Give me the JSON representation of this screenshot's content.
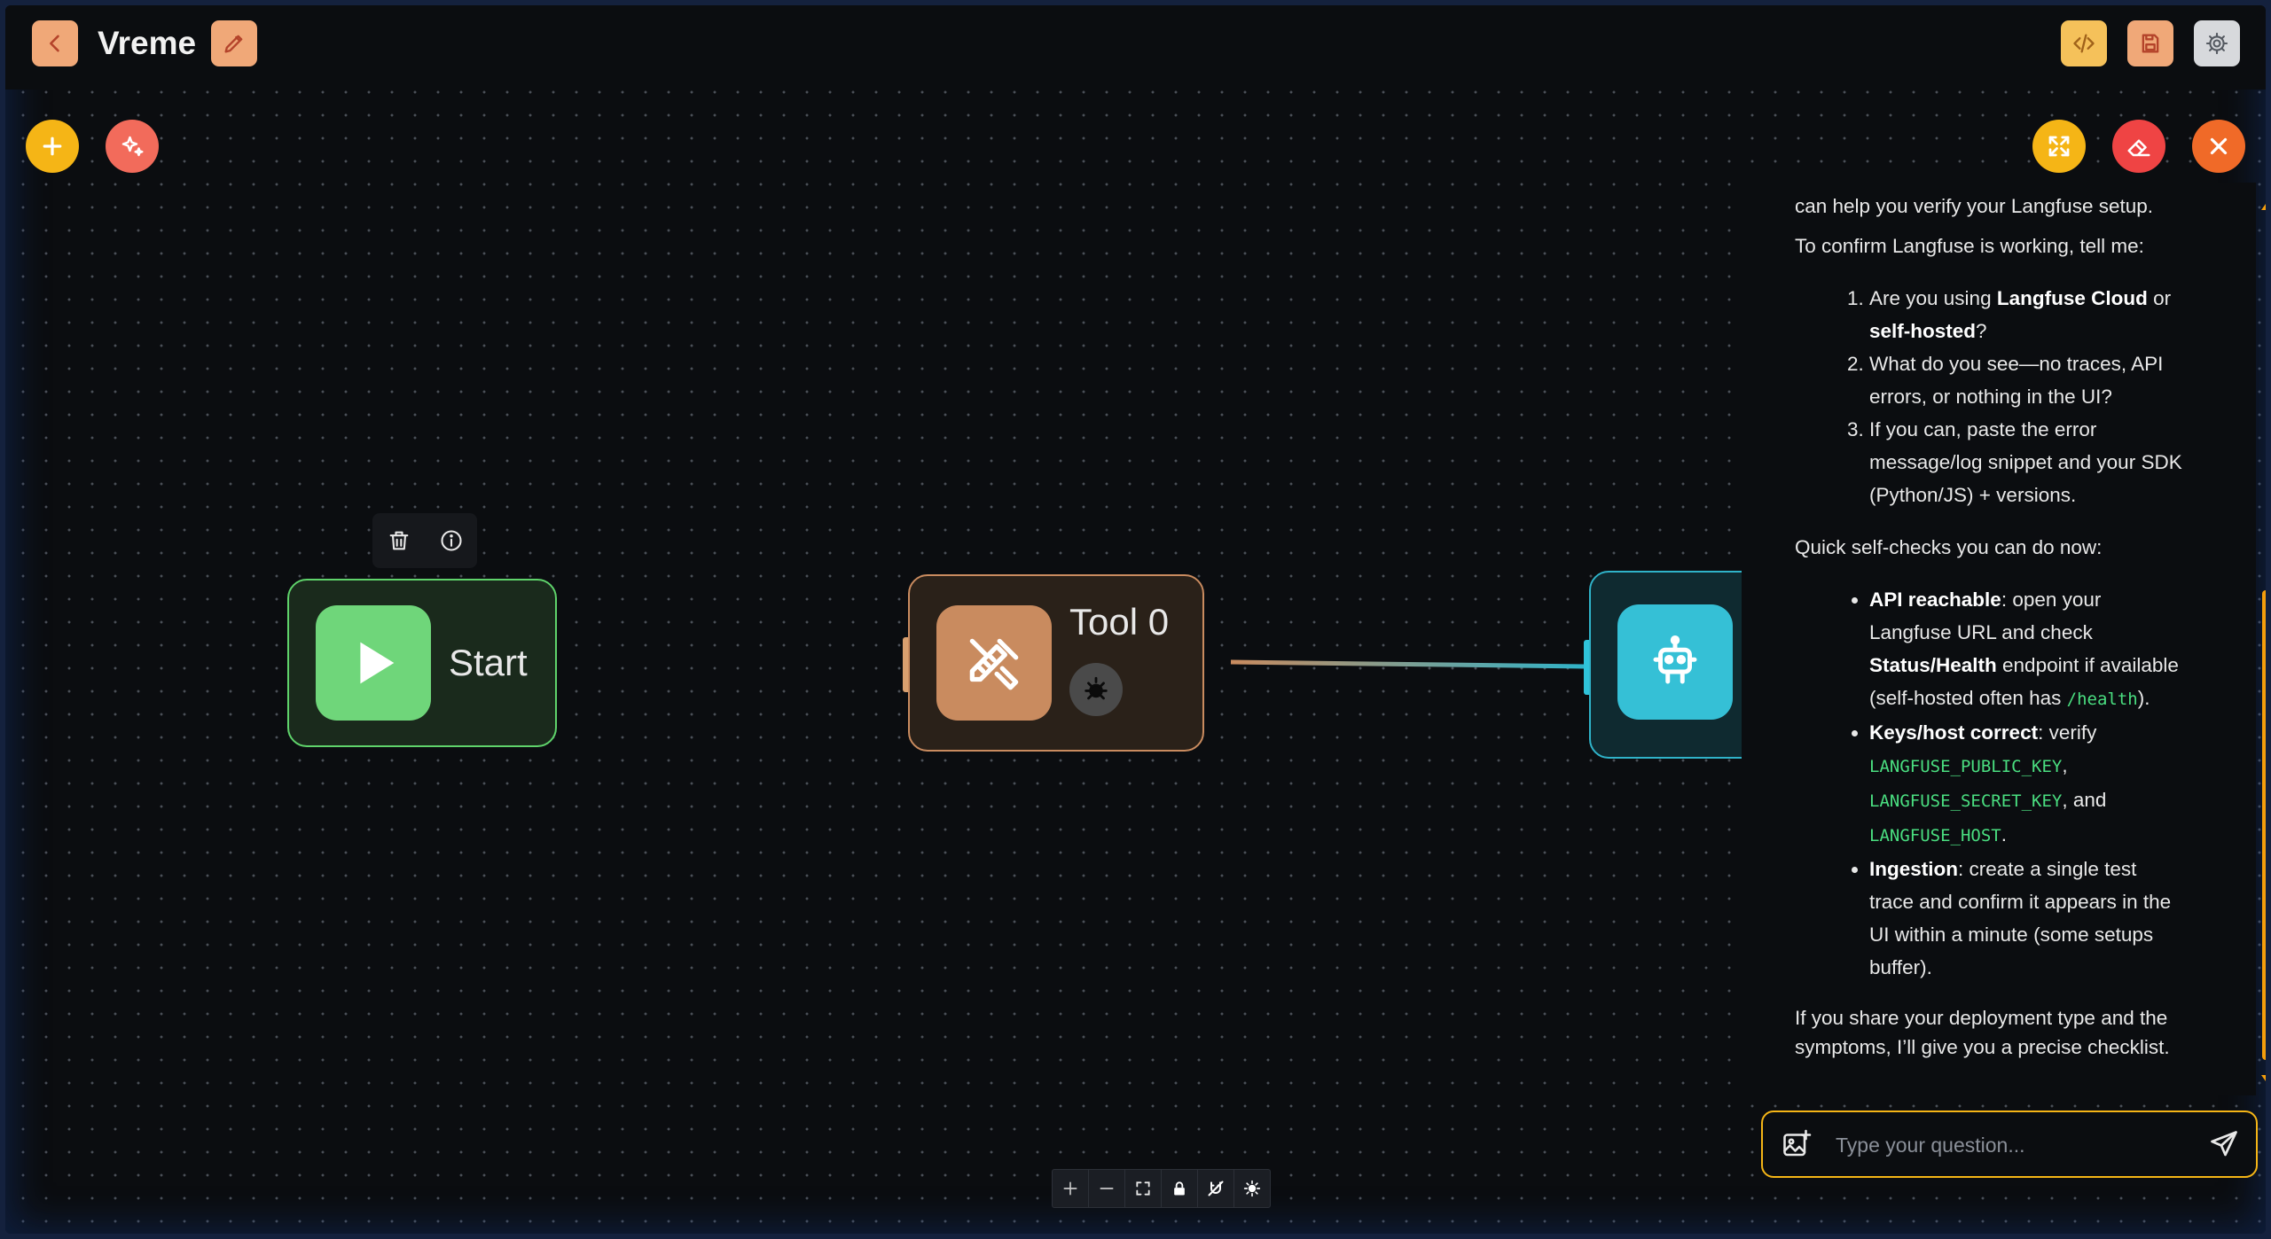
{
  "header": {
    "title": "Vreme"
  },
  "colors": {
    "orange": "#f0a878",
    "yellow": "#f5b516",
    "coral": "#f26b5b",
    "red": "#ef4444",
    "deep_orange": "#f06a28",
    "green_node": "#5fd36b",
    "tool_node": "#c98b5f",
    "agent_node": "#2fb3c9"
  },
  "nodes": {
    "start": {
      "label": "Start"
    },
    "tool": {
      "label": "Tool 0"
    }
  },
  "chat": {
    "intro_partial": "can help you verify your Langfuse setup.",
    "confirm_line": "To confirm Langfuse is working, tell me:",
    "questions": [
      {
        "pre": "Are you using ",
        "b1": "Langfuse Cloud",
        "mid": " or ",
        "b2": "self-hosted",
        "post": "?"
      },
      {
        "text": "What do you see—no traces, API errors, or nothing in the UI?"
      },
      {
        "text": "If you can, paste the error message/log snippet and your SDK (Python/JS) + versions."
      }
    ],
    "quick_checks_heading": "Quick self-checks you can do now:",
    "checks": {
      "api": {
        "label": "API reachable",
        "text1": ": open your Langfuse URL and check ",
        "bold2": "Status/Health",
        "text2": " endpoint if available (self-hosted often has ",
        "code": "/health",
        "text3": ")."
      },
      "keys": {
        "label": "Keys/host correct",
        "text1": ": verify ",
        "code1": "LANGFUSE_PUBLIC_KEY",
        "sep1": ",",
        "code2": "LANGFUSE_SECRET_KEY",
        "sep2": ", and",
        "code3": "LANGFUSE_HOST",
        "end": "."
      },
      "ingestion": {
        "label": "Ingestion",
        "text1": ": create a single test trace and confirm it appears in the UI within a minute (some setups buffer)."
      }
    },
    "closing": "If you share your deployment type and the symptoms, I’ll give you a precise checklist.",
    "input_placeholder": "Type your question..."
  }
}
